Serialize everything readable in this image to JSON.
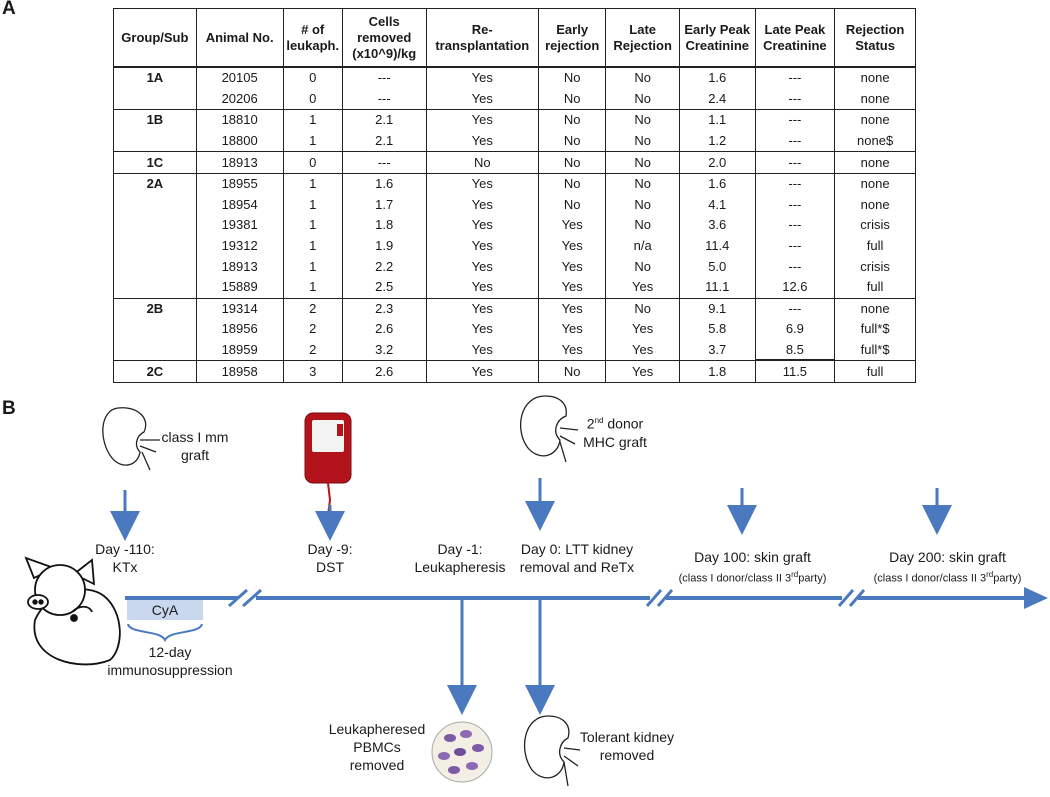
{
  "panel_a": {
    "label": "A",
    "columns": [
      "Group/Sub",
      "Animal No.",
      "# of leukaph.",
      "Cells removed (x10^9)/kg",
      "Re-transplantation",
      "Early rejection",
      "Late Rejection",
      "Early Peak Creatinine",
      "Late Peak Creatinine",
      "Rejection Status"
    ],
    "column_lines": [
      [
        "Group/Sub"
      ],
      [
        "Animal No."
      ],
      [
        "# of",
        "leukaph."
      ],
      [
        "Cells",
        "removed",
        "(x10^9)/kg"
      ],
      [
        "Re-",
        "transplantation"
      ],
      [
        "Early",
        "rejection"
      ],
      [
        "Late",
        "Rejection"
      ],
      [
        "Early Peak",
        "Creatinine"
      ],
      [
        "Late Peak",
        "Creatinine"
      ],
      [
        "Rejection",
        "Status"
      ]
    ],
    "rows": [
      {
        "group": "1A",
        "animal": "20105",
        "leuk": "0",
        "cells": "---",
        "retx": "Yes",
        "early": "No",
        "late": "No",
        "early_cr": "1.6",
        "late_cr": "---",
        "status": "none"
      },
      {
        "group": "",
        "animal": "20206",
        "leuk": "0",
        "cells": "---",
        "retx": "Yes",
        "early": "No",
        "late": "No",
        "early_cr": "2.4",
        "late_cr": "---",
        "status": "none"
      },
      {
        "group": "1B",
        "animal": "18810",
        "leuk": "1",
        "cells": "2.1",
        "retx": "Yes",
        "early": "No",
        "late": "No",
        "early_cr": "1.1",
        "late_cr": "---",
        "status": "none"
      },
      {
        "group": "",
        "animal": "18800",
        "leuk": "1",
        "cells": "2.1",
        "retx": "Yes",
        "early": "No",
        "late": "No",
        "early_cr": "1.2",
        "late_cr": "---",
        "status": "none$"
      },
      {
        "group": "1C",
        "animal": "18913",
        "leuk": "0",
        "cells": "---",
        "retx": "No",
        "early": "No",
        "late": "No",
        "early_cr": "2.0",
        "late_cr": "---",
        "status": "none"
      },
      {
        "group": "2A",
        "animal": "18955",
        "leuk": "1",
        "cells": "1.6",
        "retx": "Yes",
        "early": "No",
        "late": "No",
        "early_cr": "1.6",
        "late_cr": "---",
        "status": "none"
      },
      {
        "group": "",
        "animal": "18954",
        "leuk": "1",
        "cells": "1.7",
        "retx": "Yes",
        "early": "No",
        "late": "No",
        "early_cr": "4.1",
        "late_cr": "---",
        "status": "none"
      },
      {
        "group": "",
        "animal": "19381",
        "leuk": "1",
        "cells": "1.8",
        "retx": "Yes",
        "early": "Yes",
        "late": "No",
        "early_cr": "3.6",
        "late_cr": "---",
        "status": "crisis"
      },
      {
        "group": "",
        "animal": "19312",
        "leuk": "1",
        "cells": "1.9",
        "retx": "Yes",
        "early": "Yes",
        "late": "n/a",
        "early_cr": "11.4",
        "late_cr": "---",
        "status": "full"
      },
      {
        "group": "",
        "animal": "18913",
        "leuk": "1",
        "cells": "2.2",
        "retx": "Yes",
        "early": "Yes",
        "late": "No",
        "early_cr": "5.0",
        "late_cr": "---",
        "status": "crisis"
      },
      {
        "group": "",
        "animal": "15889",
        "leuk": "1",
        "cells": "2.5",
        "retx": "Yes",
        "early": "Yes",
        "late": "Yes",
        "early_cr": "11.1",
        "late_cr": "12.6",
        "status": "full"
      },
      {
        "group": "2B",
        "animal": "19314",
        "leuk": "2",
        "cells": "2.3",
        "retx": "Yes",
        "early": "Yes",
        "late": "No",
        "early_cr": "9.1",
        "late_cr": "---",
        "status": "none"
      },
      {
        "group": "",
        "animal": "18956",
        "leuk": "2",
        "cells": "2.6",
        "retx": "Yes",
        "early": "Yes",
        "late": "Yes",
        "early_cr": "5.8",
        "late_cr": "6.9",
        "status": "full*$"
      },
      {
        "group": "",
        "animal": "18959",
        "leuk": "2",
        "cells": "3.2",
        "retx": "Yes",
        "early": "Yes",
        "late": "Yes",
        "early_cr": "3.7",
        "late_cr": "8.5",
        "status": "full*$"
      },
      {
        "group": "2C",
        "animal": "18958",
        "leuk": "3",
        "cells": "2.6",
        "retx": "Yes",
        "early": "No",
        "late": "Yes",
        "early_cr": "1.8",
        "late_cr": "11.5",
        "status": "full"
      }
    ]
  },
  "panel_b": {
    "label": "B",
    "graft1_label": [
      "class I mm",
      "graft"
    ],
    "graft2_label_pre": "2",
    "graft2_label_sup": "nd",
    "graft2_label_rest": " donor",
    "graft2_label_line2": "MHC graft",
    "ev_ktx": [
      "Day -110:",
      "KTx"
    ],
    "ev_dst": [
      "Day -9:",
      "DST"
    ],
    "ev_leuk": [
      "Day -1:",
      "Leukapheresis"
    ],
    "ev_retx": [
      "Day 0: LTT kidney",
      "removal and ReTx"
    ],
    "ev_day100": "Day 100: skin graft",
    "ev_day200": "Day 200: skin graft",
    "skin_sub_pre": "(class I donor/class II 3",
    "skin_sub_sup": "rd",
    "skin_sub_post": "party)",
    "cya_label": "CyA",
    "immuno": [
      "12-day",
      "immunosuppression"
    ],
    "pbmc_label": [
      "Leukapheresed",
      "PBMCs",
      "removed"
    ],
    "tolerant_label": [
      "Tolerant kidney",
      "removed"
    ],
    "colors": {
      "arrow": "#4a79c0",
      "cya_fill": "#c9d8ee",
      "blood": "#b3141b"
    }
  }
}
